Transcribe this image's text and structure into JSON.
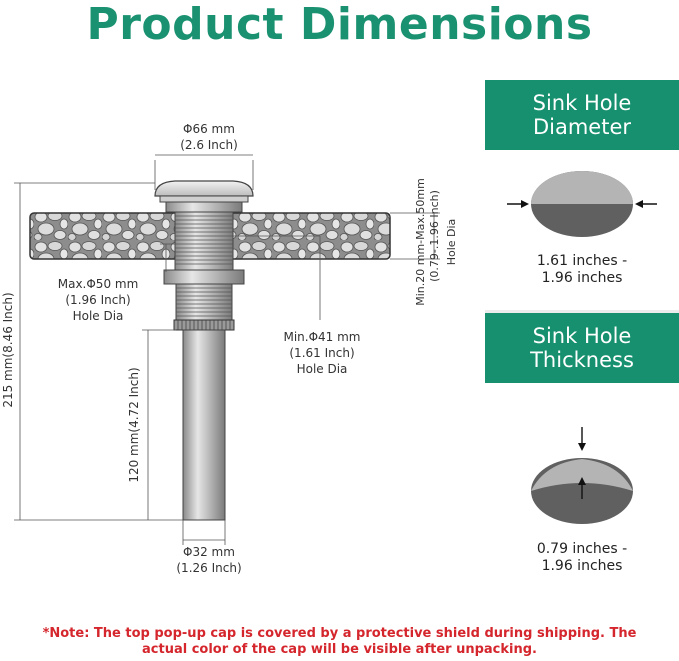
{
  "title": "Product Dimensions",
  "dims": {
    "cap_diameter": "Φ66 mm",
    "cap_diameter_in": "(2.6 Inch)",
    "max_hole": "Max.Φ50 mm",
    "max_hole_in": "(1.96 Inch)",
    "max_hole_label": "Hole Dia",
    "min_hole": "Min.Φ41 mm",
    "min_hole_in": "(1.61 Inch)",
    "min_hole_label": "Hole Dia",
    "thickness_line1": "Min.20 mm-Max.50mm",
    "thickness_line2": "(0.79-.1.96 Inch)",
    "thickness_line3": "Hole Dia",
    "total_height": "215 mm(8.46 Inch)",
    "tail_height": "120 mm(4.72 Inch)",
    "tail_diameter": "Φ32 mm",
    "tail_diameter_in": "(1.26 Inch)"
  },
  "panels": {
    "hole_diameter": {
      "title_line1": "Sink Hole",
      "title_line2": "Diameter",
      "value_line1": "1.61 inches -",
      "value_line2": "1.96 inches"
    },
    "hole_thickness": {
      "title_line1": "Sink Hole",
      "title_line2": "Thickness",
      "value_line1": "0.79 inches -",
      "value_line2": "1.96 inches"
    }
  },
  "note_line1": "*Note: The top pop-up cap is covered by a protective shield during shipping. The",
  "note_line2": "actual color of the cap will be visible after unpacking.",
  "colors": {
    "brand_green": "#16906e",
    "note_red": "#d4262c"
  }
}
